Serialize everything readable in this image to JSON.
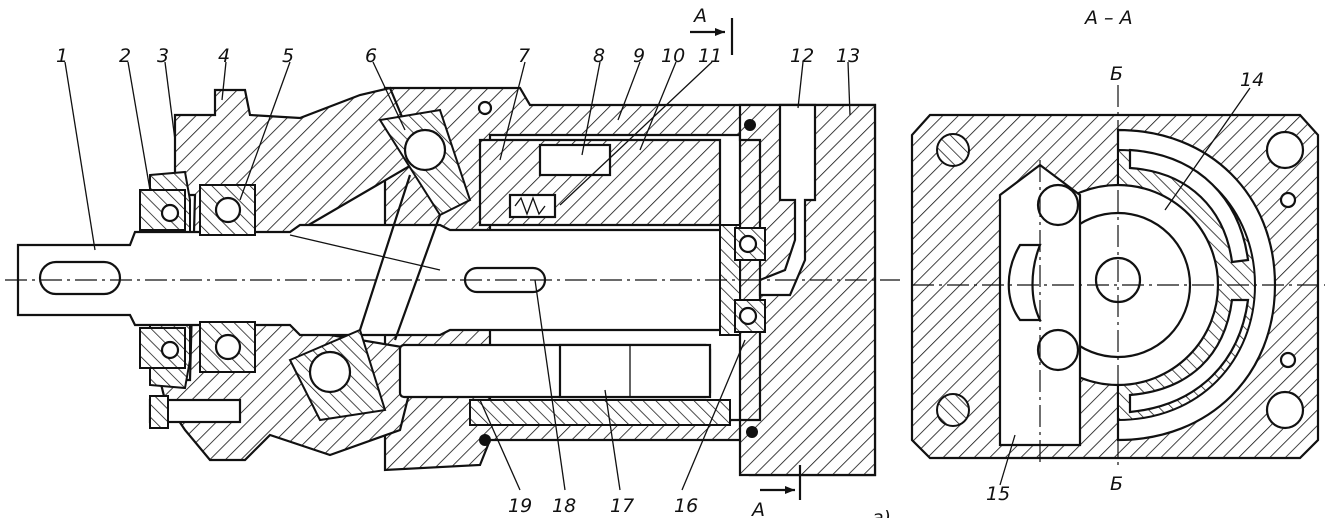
{
  "figure": {
    "part_numbers": [
      "1",
      "2",
      "3",
      "4",
      "5",
      "6",
      "7",
      "8",
      "9",
      "10",
      "11",
      "12",
      "13",
      "14",
      "15",
      "16",
      "17",
      "18",
      "19"
    ],
    "section_title": "A – A",
    "cut_marks": {
      "top": "A",
      "bottom": "A"
    },
    "section_marks": {
      "top": "Б",
      "bottom": "Б"
    },
    "fragment": "а)"
  }
}
